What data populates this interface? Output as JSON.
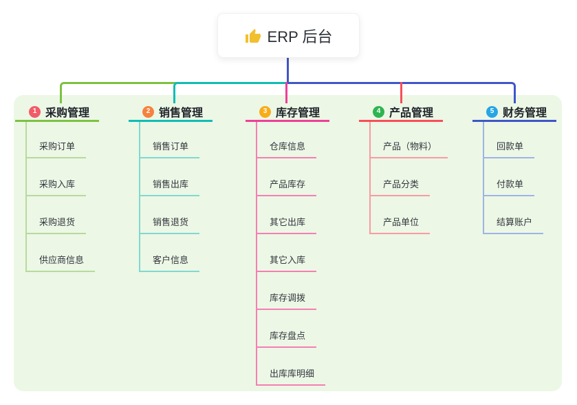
{
  "root": {
    "label": "ERP 后台",
    "icon": "thumbs-up-icon"
  },
  "branches": [
    {
      "index": "1",
      "label": "采购管理",
      "badge_color": "#f35a67",
      "line_color": "#7cc241",
      "child_line_color": "#b6da9b",
      "children": [
        "采购订单",
        "采购入库",
        "采购退货",
        "供应商信息"
      ]
    },
    {
      "index": "2",
      "label": "销售管理",
      "badge_color": "#f6823e",
      "line_color": "#0fbdb5",
      "child_line_color": "#80d8cf",
      "children": [
        "销售订单",
        "销售出库",
        "销售退货",
        "客户信息"
      ]
    },
    {
      "index": "3",
      "label": "库存管理",
      "badge_color": "#f9ac19",
      "line_color": "#ee3f97",
      "child_line_color": "#f57fb2",
      "children": [
        "仓库信息",
        "产品库存",
        "其它出库",
        "其它入库",
        "库存调拨",
        "库存盘点",
        "出库库明细"
      ]
    },
    {
      "index": "4",
      "label": "产品管理",
      "badge_color": "#2eb451",
      "line_color": "#f94d58",
      "child_line_color": "#fb9aa1",
      "children": [
        "产品（物料）",
        "产品分类",
        "产品单位"
      ]
    },
    {
      "index": "5",
      "label": "财务管理",
      "badge_color": "#27a5e5",
      "line_color": "#3e56c9",
      "child_line_color": "#9db4e3",
      "children": [
        "回款单",
        "付款单",
        "结算账户"
      ]
    }
  ],
  "colors": {
    "panel_background": "#ecf7e6",
    "root_stem": "#4254c8",
    "thumb_icon": "#f2c02e",
    "root_text": "#2b2f36",
    "child_text": "#33373d"
  }
}
